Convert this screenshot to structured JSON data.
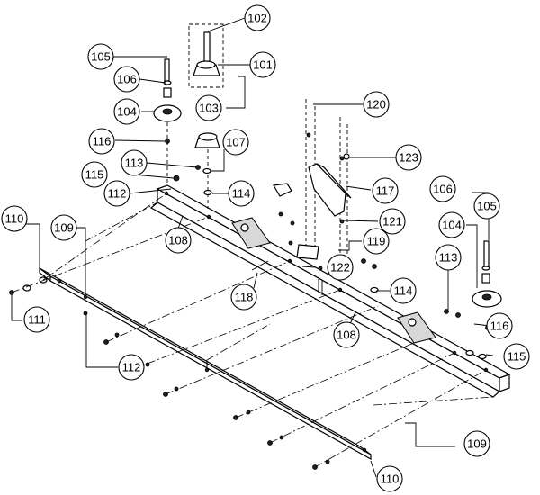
{
  "diagram": {
    "callouts": [
      {
        "id": "c102",
        "label": "102"
      },
      {
        "id": "c101",
        "label": "101"
      },
      {
        "id": "c105a",
        "label": "105"
      },
      {
        "id": "c106a",
        "label": "106"
      },
      {
        "id": "c104a",
        "label": "104"
      },
      {
        "id": "c103",
        "label": "103"
      },
      {
        "id": "c120",
        "label": "120"
      },
      {
        "id": "c116a",
        "label": "116"
      },
      {
        "id": "c107",
        "label": "107"
      },
      {
        "id": "c123",
        "label": "123"
      },
      {
        "id": "c113a",
        "label": "113"
      },
      {
        "id": "c115a",
        "label": "115"
      },
      {
        "id": "c112a",
        "label": "112"
      },
      {
        "id": "c114a",
        "label": "114"
      },
      {
        "id": "c117",
        "label": "117"
      },
      {
        "id": "c106b",
        "label": "106"
      },
      {
        "id": "c105b",
        "label": "105"
      },
      {
        "id": "c110a",
        "label": "110"
      },
      {
        "id": "c109a",
        "label": "109"
      },
      {
        "id": "c121",
        "label": "121"
      },
      {
        "id": "c104b",
        "label": "104"
      },
      {
        "id": "c108a",
        "label": "108"
      },
      {
        "id": "c119",
        "label": "119"
      },
      {
        "id": "c113b",
        "label": "113"
      },
      {
        "id": "c122",
        "label": "122"
      },
      {
        "id": "c114b",
        "label": "114"
      },
      {
        "id": "c118",
        "label": "118"
      },
      {
        "id": "c111",
        "label": "111"
      },
      {
        "id": "c116b",
        "label": "116"
      },
      {
        "id": "c108b",
        "label": "108"
      },
      {
        "id": "c115b",
        "label": "115"
      },
      {
        "id": "c112b",
        "label": "112"
      },
      {
        "id": "c109b",
        "label": "109"
      },
      {
        "id": "c110b",
        "label": "110"
      }
    ]
  }
}
